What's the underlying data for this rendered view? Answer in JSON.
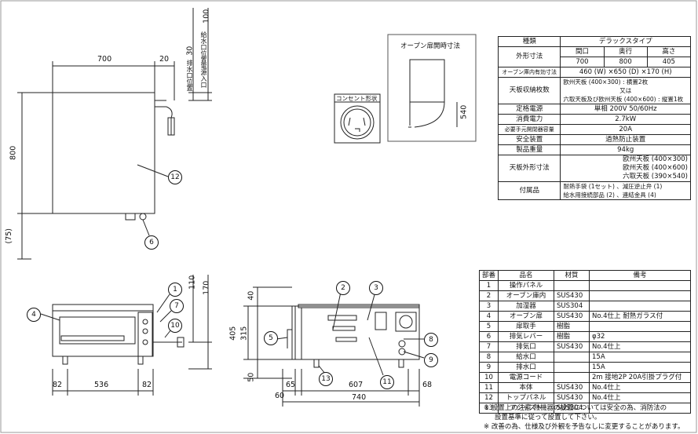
{
  "top_view": {
    "dim_width": "700",
    "dim_offset": "20",
    "dim_depth": "800",
    "dim_back": "(75)",
    "dim_30": "30",
    "dim_100": "100",
    "label_drain_water": "排水口位置",
    "label_power_inlet": "電源入口",
    "label_water_supply": "給水口位置",
    "callout_12": "12",
    "callout_6": "6"
  },
  "open_view": {
    "title": "オープン扉開時寸法",
    "dim_540": "540"
  },
  "outlet": {
    "title": "コンセント形状"
  },
  "front_view": {
    "dim_left": "82",
    "dim_mid": "536",
    "dim_right": "82",
    "dim_110": "110",
    "dim_170": "170",
    "callouts": [
      "4",
      "1",
      "7",
      "10"
    ]
  },
  "side_view": {
    "dim_40": "40",
    "dim_315": "315",
    "dim_405": "405",
    "dim_50": "50",
    "dim_60": "60",
    "dim_65": "65",
    "dim_607": "607",
    "dim_68": "68",
    "dim_740": "740",
    "callouts": [
      "2",
      "3",
      "5",
      "8",
      "9",
      "13",
      "11"
    ]
  },
  "spec_table": {
    "rows": [
      {
        "label": "種類",
        "value": "デラックスタイプ"
      },
      {
        "label": "外形寸法",
        "sub": [
          "間口",
          "奥行",
          "高さ"
        ],
        "vals": [
          "700",
          "800",
          "405"
        ]
      },
      {
        "label": "オーブン庫内有効寸法",
        "value": "460 (W) ×650 (D) ×170 (H)"
      },
      {
        "label": "天板収納枚数",
        "lines": [
          "欧州天板 (400×300) : 横置2枚",
          "又は",
          "六取天板及び欧州天板 (400×600) : 縦置1枚"
        ]
      },
      {
        "label": "定格電源",
        "value": "単相 200V 50/60Hz"
      },
      {
        "label": "消費電力",
        "value": "2.7kW"
      },
      {
        "label": "必要手元開閉器容量",
        "value": "20A"
      },
      {
        "label": "安全装置",
        "value": "過熱防止装置"
      },
      {
        "label": "製品重量",
        "value": "94kg"
      },
      {
        "label": "天板外形寸法",
        "lines": [
          "欧州天板 (400×300)",
          "欧州天板 (400×600)",
          "六取天板 (390×540)"
        ]
      },
      {
        "label": "付属品",
        "lines": [
          "耐熱手袋 (1セット) 、減圧逆止弁 (1)",
          "給水用接続部品 (2) 、連結金具 (4)"
        ]
      }
    ]
  },
  "parts_table": {
    "headers": [
      "部番",
      "品名",
      "材質",
      "備考"
    ],
    "rows": [
      [
        "1",
        "操作パネル",
        "",
        ""
      ],
      [
        "2",
        "オーブン庫内",
        "SUS430",
        ""
      ],
      [
        "3",
        "加湿器",
        "SUS304",
        ""
      ],
      [
        "4",
        "オーブン扉",
        "SUS430",
        "No.4仕上 耐熱ガラス付"
      ],
      [
        "5",
        "扉取手",
        "樹脂",
        ""
      ],
      [
        "6",
        "排気レバー",
        "樹脂",
        "φ32"
      ],
      [
        "7",
        "排気口",
        "SUS430",
        "No.4仕上"
      ],
      [
        "8",
        "給水口",
        "",
        "15A"
      ],
      [
        "9",
        "排水口",
        "",
        "15A"
      ],
      [
        "10",
        "電源コード",
        "",
        "2m 接地2P 20A引掛プラグ付"
      ],
      [
        "11",
        "本体",
        "SUS430",
        "No.4仕上"
      ],
      [
        "12",
        "トップパネル",
        "SUS430",
        "No.4仕上"
      ],
      [
        "13",
        "アジャスト",
        "SUS304",
        ""
      ]
    ]
  },
  "notes": [
    "※ 設置上の注意 熱機器の設置については安全の為、消防法の",
    "設置基準に従って設置して下さい。",
    "※ 改善の為、仕様及び外観を予告なしに変更することがあります。"
  ]
}
